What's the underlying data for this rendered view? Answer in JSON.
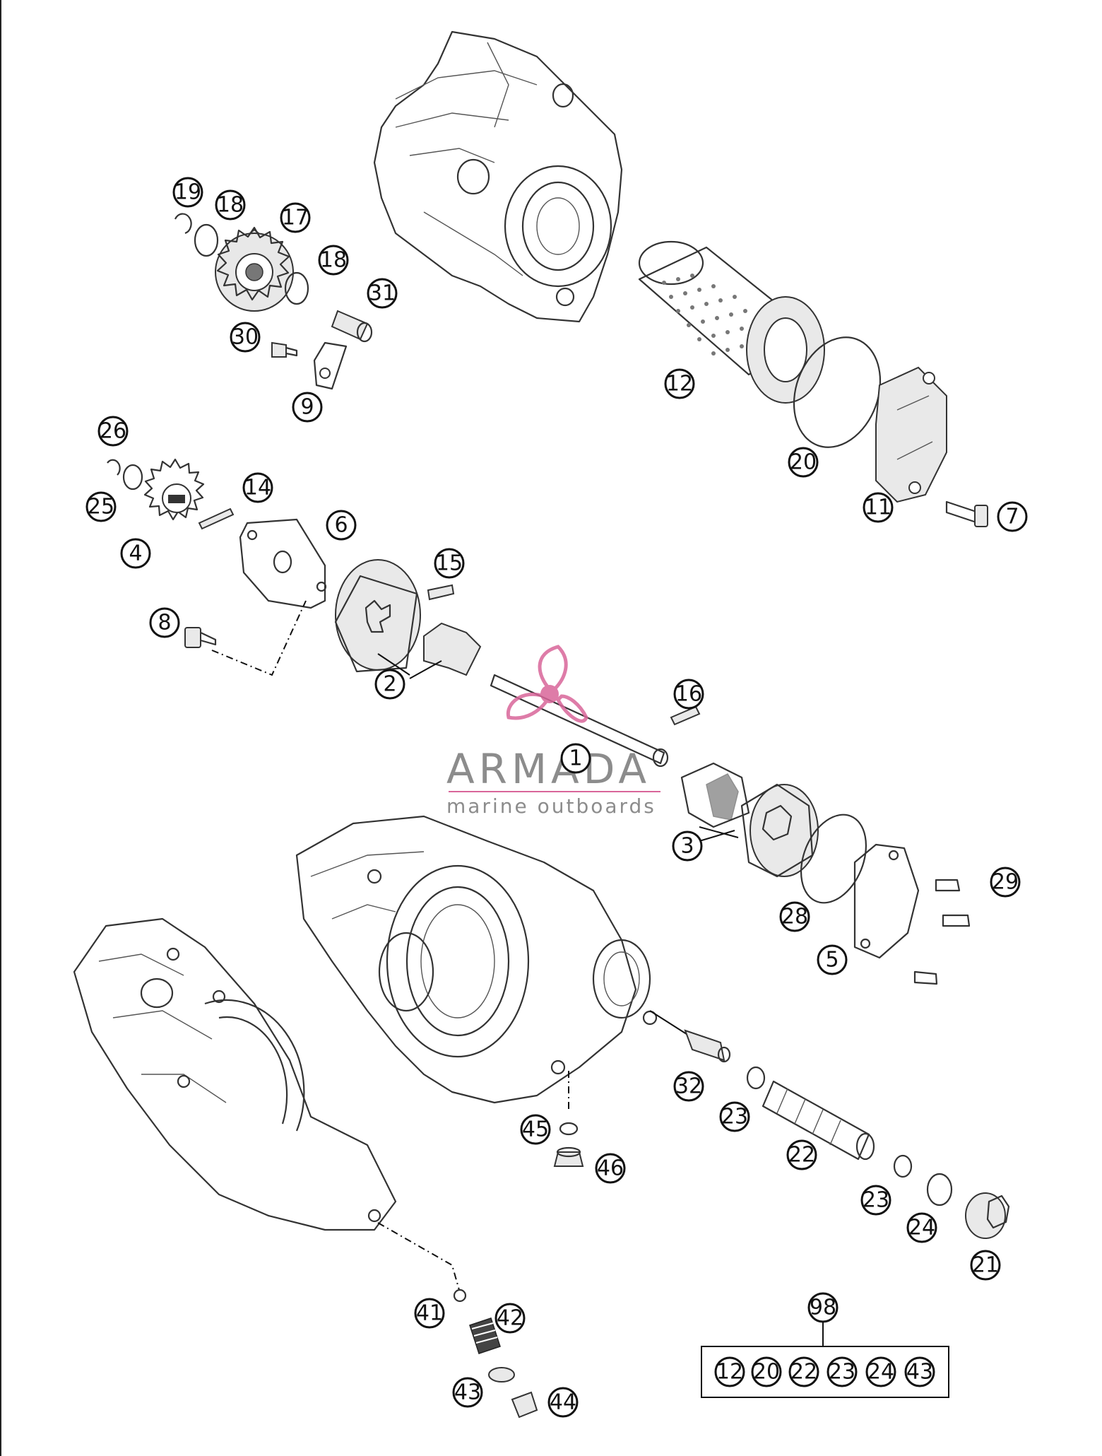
{
  "watermark": {
    "brand": "ARMADA",
    "tagline": "marine outboards",
    "logo_color": "#d9669a"
  },
  "callouts": [
    "1",
    "2",
    "3",
    "4",
    "5",
    "6",
    "7",
    "8",
    "9",
    "11",
    "12",
    "14",
    "15",
    "16",
    "17",
    "18",
    "18",
    "19",
    "20",
    "21",
    "22",
    "23",
    "23",
    "24",
    "25",
    "26",
    "28",
    "29",
    "30",
    "31",
    "32",
    "41",
    "42",
    "43",
    "44",
    "45",
    "46",
    "98"
  ],
  "kit": {
    "number": "98",
    "items": [
      "12",
      "20",
      "22",
      "23",
      "24",
      "43"
    ]
  }
}
